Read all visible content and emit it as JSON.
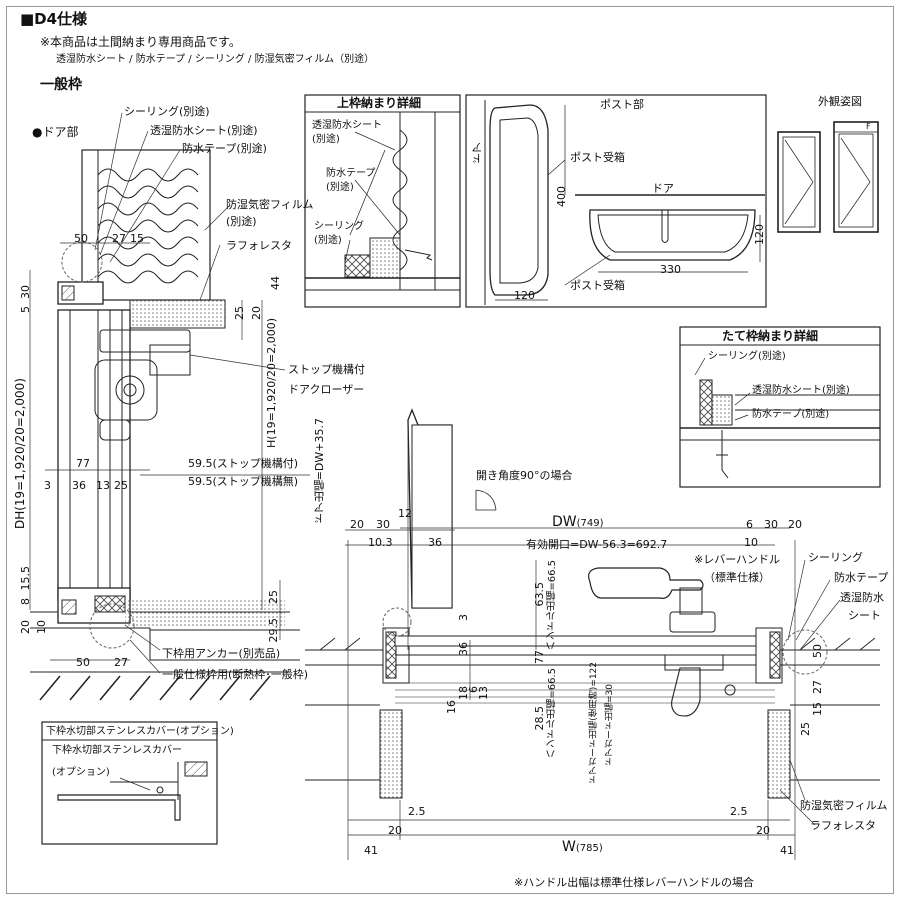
{
  "header": {
    "title": "■D4仕様",
    "note1": "※本商品は土間納まり専用商品です。",
    "note2": "透湿防水シート / 防水テープ / シーリング / 防湿気密フィルム（別途）",
    "frame_type": "一般枠"
  },
  "door_section": {
    "label": "●ドア部",
    "sealing": "シーリング(別途)",
    "moisture_sheet": "透湿防水シート(別途)",
    "waterproof_tape": "防水テープ(別途)",
    "vapor_film": "防湿気密フィルム",
    "vapor_film_sub": "(別途)",
    "lath": "ラフォレスタ",
    "stop_closer1": "ストップ機構付",
    "stop_closer2": "ドアクローザー",
    "h_label": "H(19=1,920/20=2,000)",
    "dh_label": "DH(19=1,920/20=2,000)",
    "stop_with": "59.5(ストップ機構付)",
    "stop_without": "59.5(ストップ機構無)",
    "anchor": "下枠用アンカー(別売品)",
    "frame_note": "一般仕様枠用(断熱枠･一般枠)",
    "dims": {
      "d50": "50",
      "d27": "27",
      "d15": "15",
      "d30": "30",
      "d5": "5",
      "d44": "44",
      "d25": "25",
      "d20": "20",
      "d77": "77",
      "d3": "3",
      "d36": "36",
      "d13": "13",
      "d25b": "25",
      "d155": "15.5",
      "d8": "8",
      "d20b": "20",
      "d10": "10",
      "d25c": "25",
      "d295": "29.5",
      "d50b": "50",
      "d27b": "27"
    }
  },
  "upper_detail": {
    "title": "上枠納まり詳細",
    "sheet1": "透湿防水シート",
    "sheet2": "(別途)",
    "tape1": "防水テープ",
    "tape2": "(別途)",
    "seal1": "シーリング",
    "seal2": "(別途)"
  },
  "post_detail": {
    "title": "ポスト部",
    "door": "ドア",
    "door2": "ドア",
    "box": "ポスト受箱",
    "box2": "ポスト受箱",
    "d400": "400",
    "d120": "120",
    "d330": "330",
    "d120b": "120"
  },
  "exterior": {
    "title": "外観姿図",
    "f": "F"
  },
  "vertical_detail": {
    "title": "たて枠納まり詳細",
    "seal": "シーリング(別途)",
    "sheet": "透湿防水シート(別途)",
    "tape": "防水テープ(別途)"
  },
  "plan": {
    "door_protrusion": "ドア出幅=DW+35.7",
    "open_angle": "開き角度90°の場合",
    "dw": "DW",
    "dw_val": "(749)",
    "effective": "有効開口=DW-56.3=692.7",
    "lever1": "※レバーハンドル",
    "lever2": "（標準仕様）",
    "handle_prot1": "ハンドル出幅=66.5",
    "handle_prot2": "ハンドル出幅=66.5",
    "guard1": "ドアガード出幅(使用時)=122",
    "guard2": "ドアガード出幅=30",
    "sealing": "シーリング",
    "tape": "防水テープ",
    "sheet1": "透湿防水",
    "sheet2": "シート",
    "vapor": "防湿気密フィルム",
    "lath": "ラフォレスタ",
    "w": "W",
    "w_val": "(785)",
    "dims": {
      "d20": "20",
      "d30": "30",
      "d12": "12",
      "d103": "10.3",
      "d36": "36",
      "d6": "6",
      "d30r": "30",
      "d20r": "20",
      "d10": "10",
      "d635": "63.5",
      "d36b": "36",
      "d3": "3",
      "d77": "77",
      "d16": "16",
      "d18": "18",
      "d6b": "6",
      "d13": "13",
      "d285": "28.5",
      "d50": "50",
      "d27": "27",
      "d15": "15",
      "d25": "25",
      "d25l": "2.5",
      "d20l": "20",
      "d41l": "41",
      "d25r": "2.5",
      "d20rr": "20",
      "d41r": "41"
    }
  },
  "cover": {
    "title1": "下枠水切部ステンレスカバー(オプション)",
    "title2": "下枠水切部ステンレスカバー",
    "option": "(オプション)"
  },
  "footnote": "※ハンドル出幅は標準仕様レバーハンドルの場合"
}
